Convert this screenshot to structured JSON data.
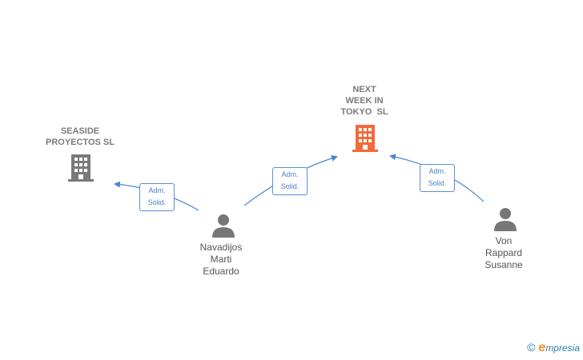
{
  "companies": [
    {
      "id": "seaside",
      "lines": [
        "SEASIDE",
        "PROYECTOS SL"
      ],
      "color": "#7a7a7a"
    },
    {
      "id": "nextweek",
      "lines": [
        "NEXT",
        "WEEK IN",
        "TOKYO  SL"
      ],
      "color": "#f26a3c"
    }
  ],
  "people": [
    {
      "id": "navadijos",
      "lines": [
        "Navadijos",
        "Marti",
        "Eduardo"
      ]
    },
    {
      "id": "vonrappard",
      "lines": [
        "Von",
        "Rappard",
        "Susanne"
      ]
    }
  ],
  "relations": [
    {
      "id": "rel1",
      "lines": [
        "Adm.",
        "Solid."
      ]
    },
    {
      "id": "rel2",
      "lines": [
        "Adm.",
        "Solid."
      ]
    },
    {
      "id": "rel3",
      "lines": [
        "Adm.",
        "Solid."
      ]
    }
  ],
  "colors": {
    "edge": "#4a86d6",
    "person": "#777777"
  },
  "footer": {
    "copyright": "©",
    "brand_initial": "e",
    "brand_rest": "mpresia"
  }
}
